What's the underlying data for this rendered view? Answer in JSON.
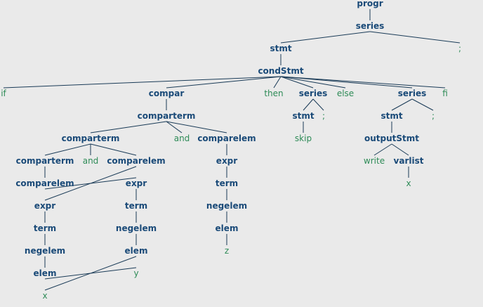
{
  "diagram": {
    "type": "parse-tree",
    "colors": {
      "background": "#eaeaea",
      "nonterminal": "#1a4a78",
      "terminal": "#2e8b57",
      "edge": "#1a3b57"
    },
    "nodes": [
      {
        "id": "progr",
        "label": "progr",
        "kind": "nonterminal"
      },
      {
        "id": "series1",
        "label": "series",
        "kind": "nonterminal"
      },
      {
        "id": "stmt1",
        "label": "stmt",
        "kind": "nonterminal"
      },
      {
        "id": "semi_top",
        "label": ";",
        "kind": "terminal"
      },
      {
        "id": "condStmt",
        "label": "condStmt",
        "kind": "nonterminal"
      },
      {
        "id": "kw_if",
        "label": "if",
        "kind": "terminal"
      },
      {
        "id": "compar",
        "label": "compar",
        "kind": "nonterminal"
      },
      {
        "id": "kw_then",
        "label": "then",
        "kind": "terminal"
      },
      {
        "id": "series2",
        "label": "series",
        "kind": "nonterminal"
      },
      {
        "id": "kw_else",
        "label": "else",
        "kind": "terminal"
      },
      {
        "id": "series3",
        "label": "series",
        "kind": "nonterminal"
      },
      {
        "id": "kw_fi",
        "label": "fi",
        "kind": "terminal"
      },
      {
        "id": "comparterm1",
        "label": "comparterm",
        "kind": "nonterminal"
      },
      {
        "id": "stmt2",
        "label": "stmt",
        "kind": "nonterminal"
      },
      {
        "id": "semi2",
        "label": ";",
        "kind": "terminal"
      },
      {
        "id": "stmt3",
        "label": "stmt",
        "kind": "nonterminal"
      },
      {
        "id": "semi3",
        "label": ";",
        "kind": "terminal"
      },
      {
        "id": "comparterm2",
        "label": "comparterm",
        "kind": "nonterminal"
      },
      {
        "id": "and1",
        "label": "and",
        "kind": "terminal"
      },
      {
        "id": "comparelem1",
        "label": "comparelem",
        "kind": "nonterminal"
      },
      {
        "id": "skip",
        "label": "skip",
        "kind": "terminal"
      },
      {
        "id": "outputStmt",
        "label": "outputStmt",
        "kind": "nonterminal"
      },
      {
        "id": "comparterm3",
        "label": "comparterm",
        "kind": "nonterminal"
      },
      {
        "id": "and2",
        "label": "and",
        "kind": "terminal"
      },
      {
        "id": "comparelem2",
        "label": "comparelem",
        "kind": "nonterminal"
      },
      {
        "id": "expr1",
        "label": "expr",
        "kind": "nonterminal"
      },
      {
        "id": "kw_write",
        "label": "write",
        "kind": "terminal"
      },
      {
        "id": "varlist",
        "label": "varlist",
        "kind": "nonterminal"
      },
      {
        "id": "comparelem3",
        "label": "comparelem",
        "kind": "nonterminal"
      },
      {
        "id": "expr2",
        "label": "expr",
        "kind": "nonterminal"
      },
      {
        "id": "term1",
        "label": "term",
        "kind": "nonterminal"
      },
      {
        "id": "var_x2",
        "label": "x",
        "kind": "terminal"
      },
      {
        "id": "expr3",
        "label": "expr",
        "kind": "nonterminal"
      },
      {
        "id": "term2",
        "label": "term",
        "kind": "nonterminal"
      },
      {
        "id": "negelem1",
        "label": "negelem",
        "kind": "nonterminal"
      },
      {
        "id": "term3",
        "label": "term",
        "kind": "nonterminal"
      },
      {
        "id": "negelem2",
        "label": "negelem",
        "kind": "nonterminal"
      },
      {
        "id": "elem1",
        "label": "elem",
        "kind": "nonterminal"
      },
      {
        "id": "negelem3",
        "label": "negelem",
        "kind": "nonterminal"
      },
      {
        "id": "elem2",
        "label": "elem",
        "kind": "nonterminal"
      },
      {
        "id": "var_z",
        "label": "z",
        "kind": "terminal"
      },
      {
        "id": "elem3",
        "label": "elem",
        "kind": "nonterminal"
      },
      {
        "id": "var_y",
        "label": "y",
        "kind": "terminal"
      },
      {
        "id": "var_x1",
        "label": "x",
        "kind": "terminal"
      }
    ],
    "edges": [
      [
        "progr",
        "series1"
      ],
      [
        "series1",
        "stmt1"
      ],
      [
        "series1",
        "semi_top"
      ],
      [
        "stmt1",
        "condStmt"
      ],
      [
        "condStmt",
        "kw_if"
      ],
      [
        "condStmt",
        "compar"
      ],
      [
        "condStmt",
        "kw_then"
      ],
      [
        "condStmt",
        "series2"
      ],
      [
        "condStmt",
        "kw_else"
      ],
      [
        "condStmt",
        "series3"
      ],
      [
        "condStmt",
        "kw_fi"
      ],
      [
        "compar",
        "comparterm1"
      ],
      [
        "comparterm1",
        "comparterm2"
      ],
      [
        "comparterm1",
        "and1"
      ],
      [
        "comparterm1",
        "comparelem1"
      ],
      [
        "comparterm2",
        "comparterm3"
      ],
      [
        "comparterm2",
        "and2"
      ],
      [
        "comparterm2",
        "comparelem2"
      ],
      [
        "comparterm3",
        "comparelem3"
      ],
      [
        "comparelem3",
        "expr2"
      ],
      [
        "expr2",
        "term2"
      ],
      [
        "term2",
        "negelem2"
      ],
      [
        "negelem2",
        "elem2"
      ],
      [
        "elem2",
        "var_x1"
      ],
      [
        "comparelem2",
        "expr3"
      ],
      [
        "expr3",
        "term3"
      ],
      [
        "term3",
        "negelem3"
      ],
      [
        "negelem3",
        "elem3"
      ],
      [
        "elem3",
        "var_y"
      ],
      [
        "comparelem1",
        "expr1"
      ],
      [
        "expr1",
        "term1"
      ],
      [
        "term1",
        "negelem1"
      ],
      [
        "negelem1",
        "elem1"
      ],
      [
        "elem1",
        "var_z"
      ],
      [
        "series2",
        "stmt2"
      ],
      [
        "series2",
        "semi2"
      ],
      [
        "stmt2",
        "skip"
      ],
      [
        "series3",
        "stmt3"
      ],
      [
        "series3",
        "semi3"
      ],
      [
        "stmt3",
        "outputStmt"
      ],
      [
        "outputStmt",
        "kw_write"
      ],
      [
        "outputStmt",
        "varlist"
      ],
      [
        "varlist",
        "var_x2"
      ]
    ]
  }
}
